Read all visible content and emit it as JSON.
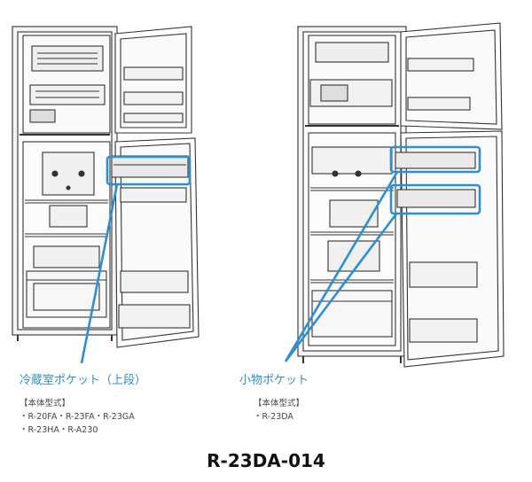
{
  "callouts": {
    "left": {
      "label": "冷蔵室ポケット（上段）",
      "spec_heading": "【本体型式】",
      "spec_lines": [
        "・R-20FA・R-23FA・R-23GA",
        "・R-23HA・R-A230"
      ]
    },
    "right": {
      "label": "小物ポケット",
      "spec_heading": "【本体型式】",
      "spec_lines": [
        "・R-23DA"
      ]
    }
  },
  "part_number": "R-23DA-014",
  "colors": {
    "highlight": "#2e8fd0",
    "line_art": "#333333"
  }
}
